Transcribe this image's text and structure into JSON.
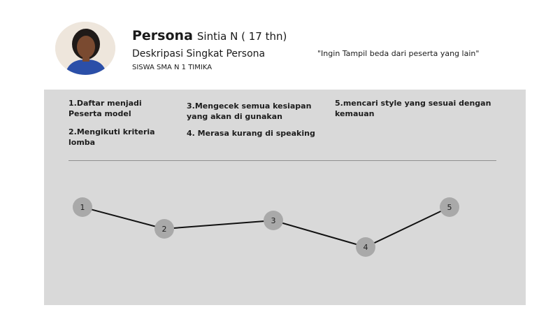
{
  "header": {
    "title": "Persona",
    "name": "Sintia N ( 17 thn)",
    "subtitle": "Deskripasi Singkat Persona",
    "school": "SISWA SMA N 1 TIMIKA",
    "quote": "\"Ingin Tampil beda dari peserta yang lain\""
  },
  "steps": [
    "1.Daftar menjadi\nPeserta model",
    "2.Mengikuti kriteria\nlomba",
    "3.Mengecek semua kesiapan\nyang akan di gunakan",
    "4. Merasa kurang di speaking",
    "5.mencari style yang sesuai dengan\nkemauan"
  ],
  "journey": {
    "nodes": [
      {
        "label": "1",
        "level": 3
      },
      {
        "label": "2",
        "level": 1
      },
      {
        "label": "3",
        "level": 2
      },
      {
        "label": "4",
        "level": 0
      },
      {
        "label": "5",
        "level": 3
      }
    ],
    "line_color": "#111111",
    "node_color": "#a9a9a9"
  }
}
